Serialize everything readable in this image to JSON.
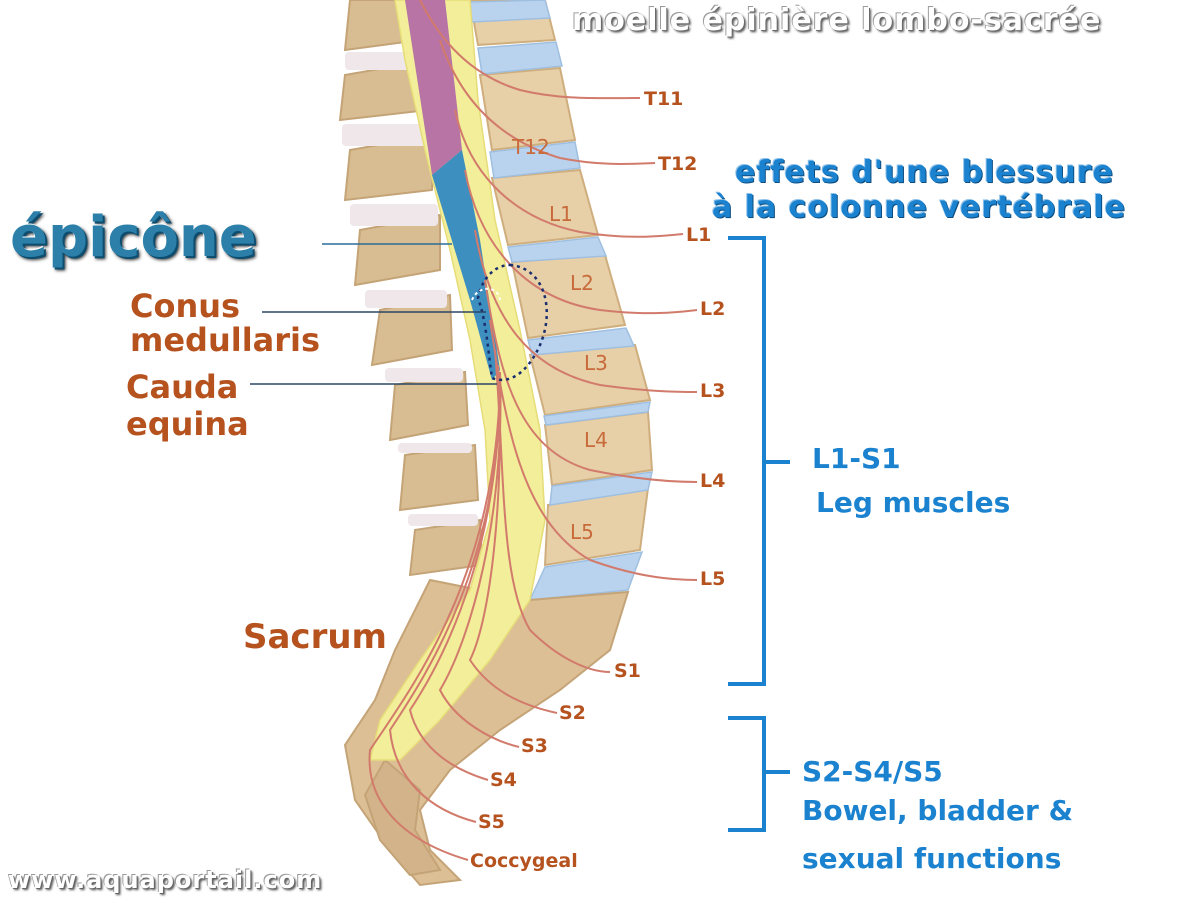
{
  "title": "moelle épinière lombo-sacrée",
  "subtitle_line1": "effets d'une blessure",
  "subtitle_line2": "à la colonne vertébrale",
  "epicone_label": "épicône",
  "conus_line1": "Conus",
  "conus_line2": "medullaris",
  "cauda_line1": "Cauda",
  "cauda_line2": "equina",
  "sacrum_label": "Sacrum",
  "watermark": "www.aquaportail.com",
  "nerve_labels": [
    "T11",
    "T12",
    "L1",
    "L2",
    "L3",
    "L4",
    "L5",
    "S1",
    "S2",
    "S3",
    "S4",
    "S5",
    "Coccygeal"
  ],
  "vertebra_labels": [
    "T12",
    "L1",
    "L2",
    "L3",
    "L4",
    "L5"
  ],
  "group_lumbar": {
    "range": "L1-S1",
    "function": "Leg muscles"
  },
  "group_sacral": {
    "range": "S2-S4/S5",
    "function_line1": "Bowel, bladder &",
    "function_line2": "sexual functions"
  },
  "colors": {
    "bone": "#e7cfa8",
    "disc": "#b9d3ee",
    "cord_upper": "#b774a4",
    "cord_lower": "#3d8fbf",
    "dura": "#f2ee9a",
    "nerve": "#d27b6c",
    "label_brown": "#b5521e",
    "label_blue": "#1b82cf",
    "bracket": "#1b82cf"
  }
}
